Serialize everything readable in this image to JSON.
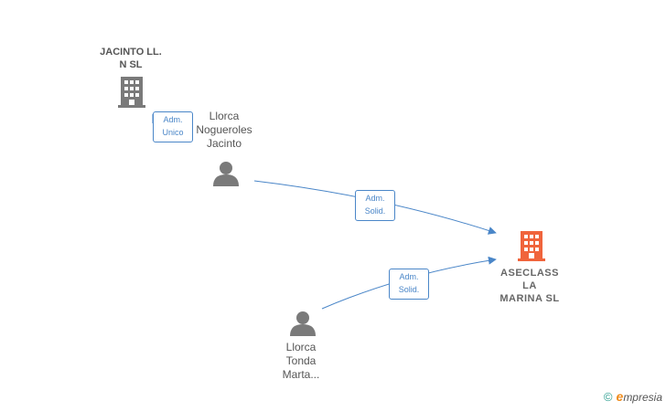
{
  "nodes": {
    "jacinto_sl": {
      "label": "JACINTO LL.\nN SL"
    },
    "llorca_jacinto": {
      "label": "Llorca\nNogueroles\nJacinto"
    },
    "aseclass": {
      "label": "ASECLASS\nLA\nMARINA  SL"
    },
    "llorca_marta": {
      "label": "Llorca\nTonda\nMarta..."
    }
  },
  "edges": {
    "adm_unico": {
      "label": "Adm.\nUnico"
    },
    "adm_solid_1": {
      "label": "Adm.\nSolid."
    },
    "adm_solid_2": {
      "label": "Adm.\nSolid."
    }
  },
  "colors": {
    "edge": "#4a86c8",
    "company_gray": "#7a7a7a",
    "company_focus": "#f0643c",
    "person": "#7a7a7a"
  },
  "brand": {
    "copyright": "©",
    "e_letter": "e",
    "rest": "mpresia"
  }
}
